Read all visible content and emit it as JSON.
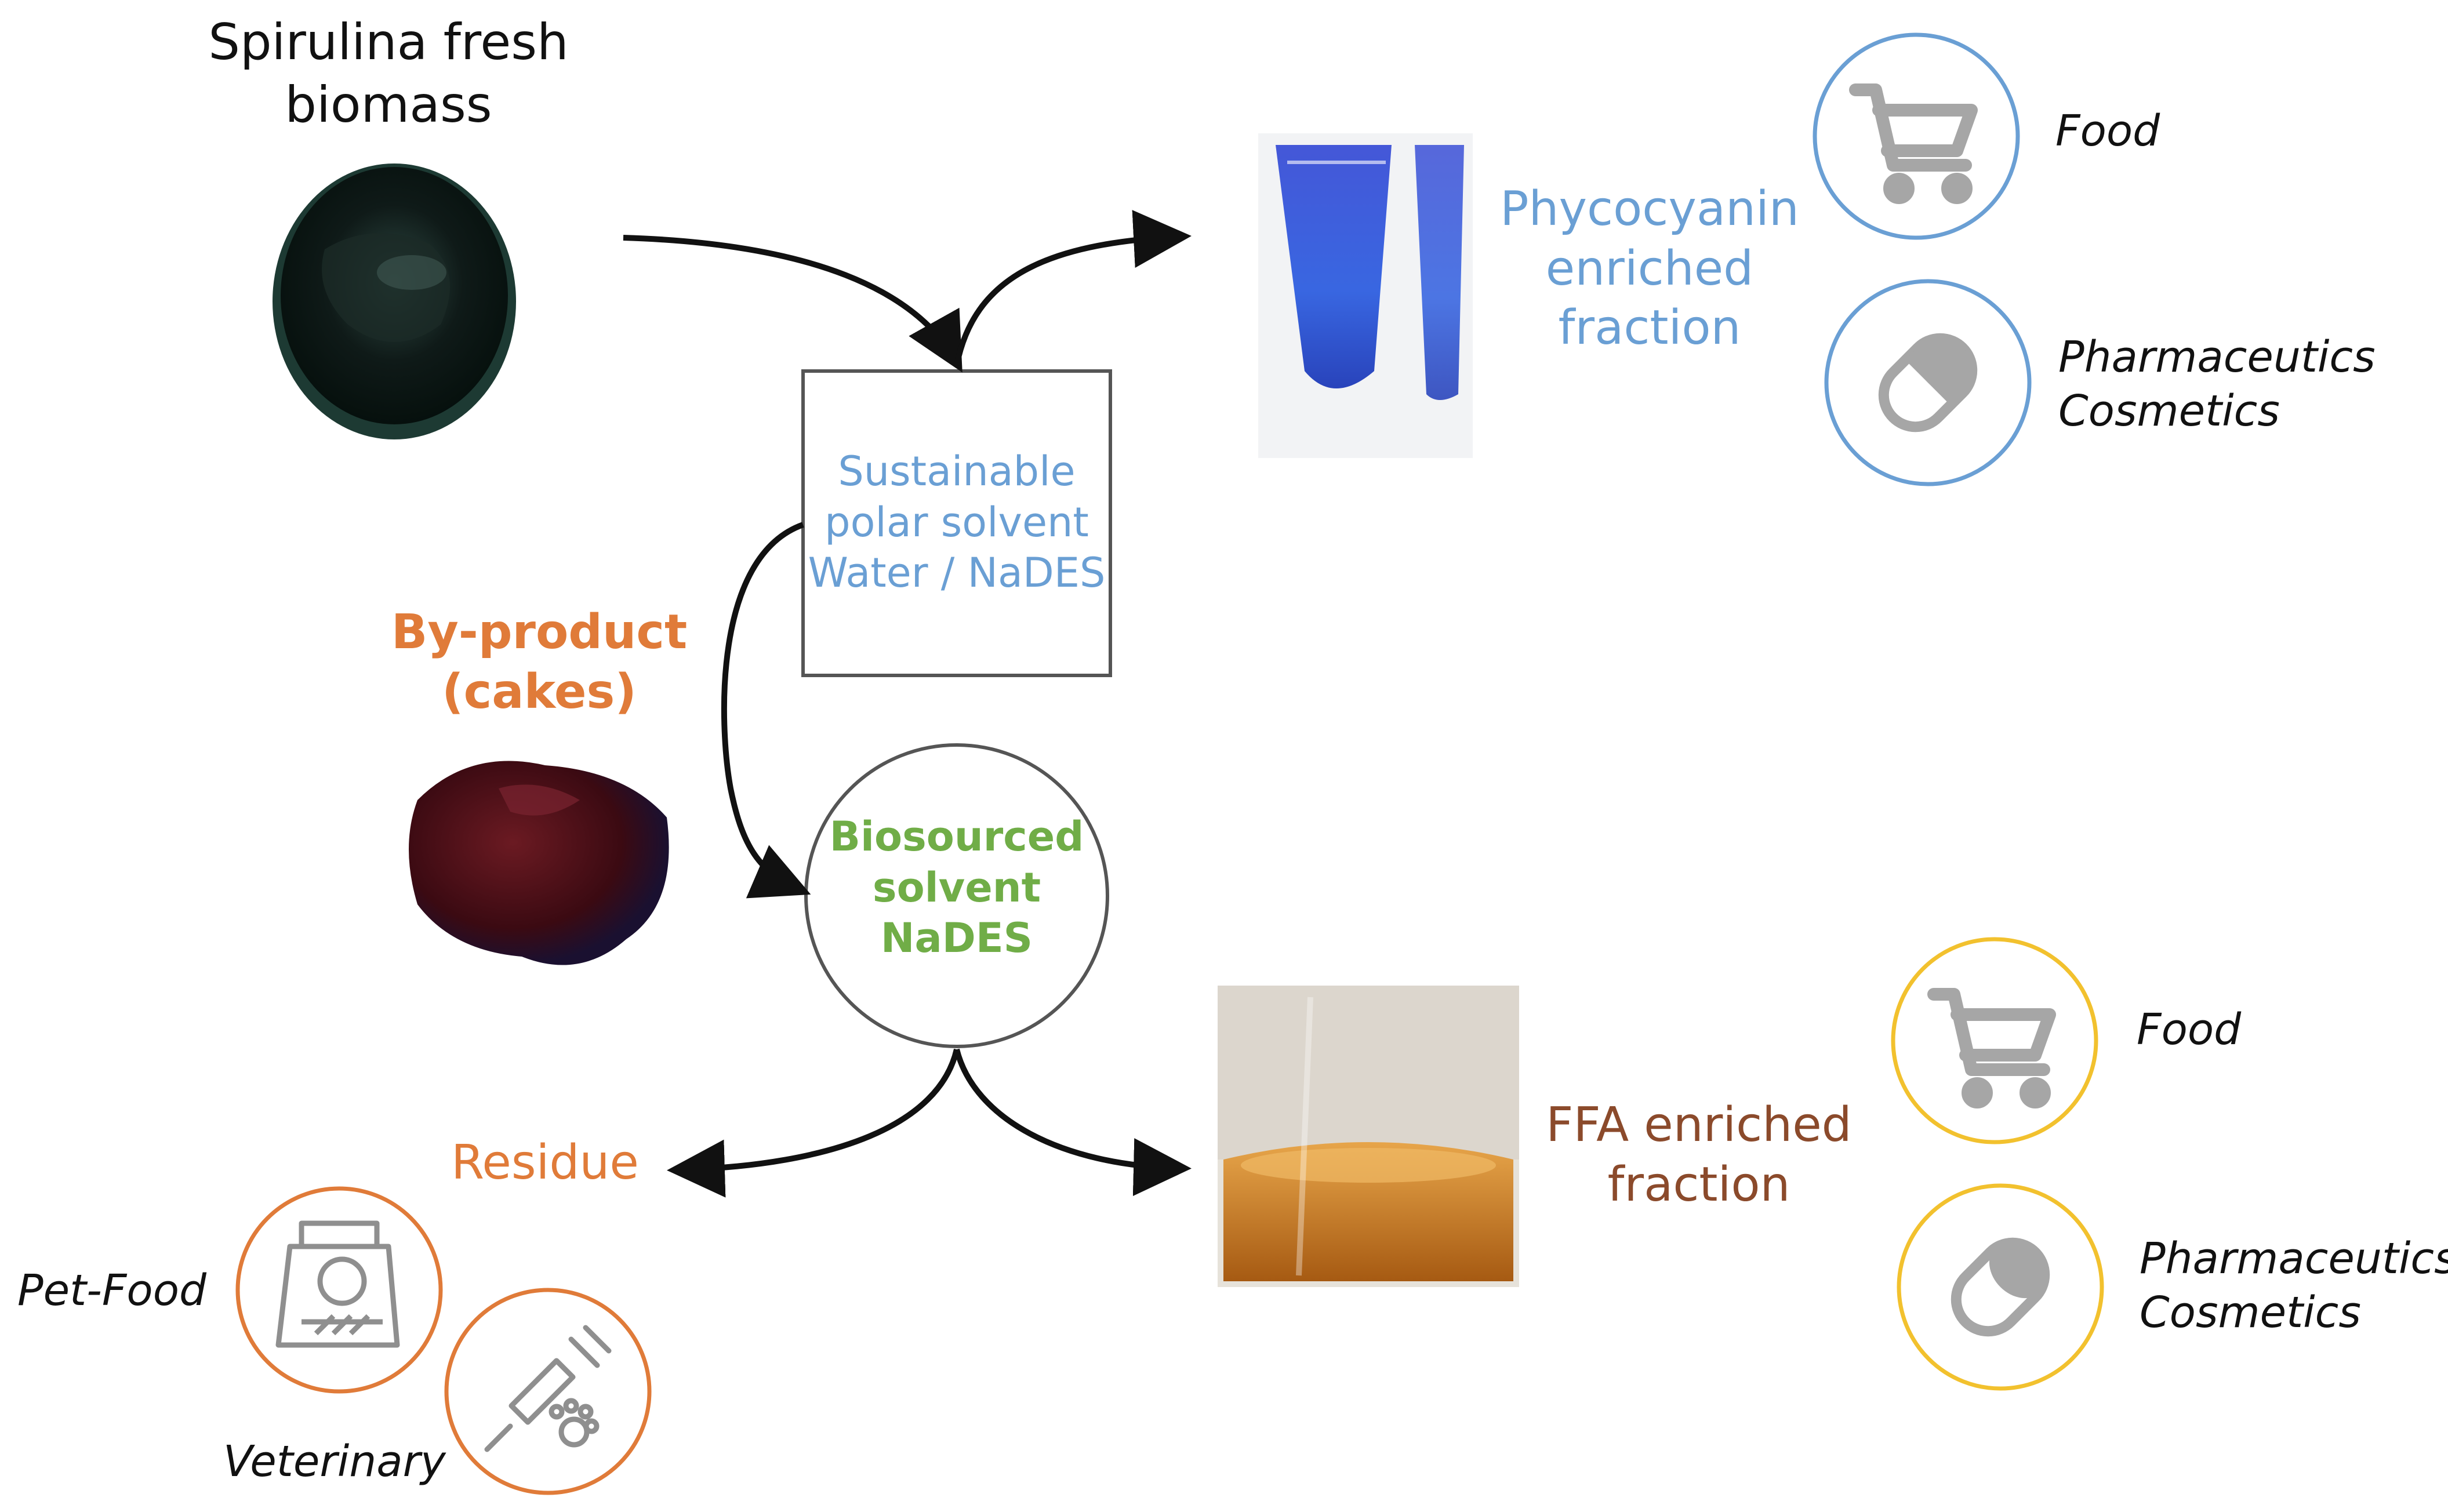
{
  "nodes": {
    "source": {
      "label": "Spirulina fresh\nbiomass",
      "color": "#111111"
    },
    "polar_solvent": {
      "label": "Sustainable\npolar solvent\nWater / NaDES",
      "color": "#6A9FD4"
    },
    "byproduct": {
      "label": "By-product\n(cakes)",
      "color": "#E07B39"
    },
    "biosourced_solvent": {
      "label": "Biosourced\nsolvent\nNaDES",
      "color": "#70AD47"
    },
    "phycocyanin": {
      "label": "Phycocyanin\nenriched\nfraction",
      "color": "#6A9FD4"
    },
    "ffa": {
      "label": "FFA enriched\nfraction",
      "color": "#8B4A2B"
    },
    "residue": {
      "label": "Residue",
      "color": "#E07B39"
    }
  },
  "applications": {
    "phycocyanin": [
      {
        "icon": "shopping-cart-icon",
        "label": "Food"
      },
      {
        "icon": "capsule-icon",
        "label": "Pharmaceutics\nCosmetics"
      }
    ],
    "ffa": [
      {
        "icon": "shopping-cart-icon",
        "label": "Food"
      },
      {
        "icon": "capsule-icon",
        "label": "Pharmaceutics\nCosmetics"
      }
    ],
    "residue": [
      {
        "icon": "pet-food-bag-icon",
        "label": "Pet-Food"
      },
      {
        "icon": "veterinary-syringe-icon",
        "label": "Veterinary"
      }
    ]
  },
  "colors": {
    "blue_ring": "#6A9FD4",
    "yellow_ring": "#F2C12E",
    "orange_ring": "#E07B39",
    "icon_gray": "#A6A6A6",
    "arrow": "#111111"
  }
}
